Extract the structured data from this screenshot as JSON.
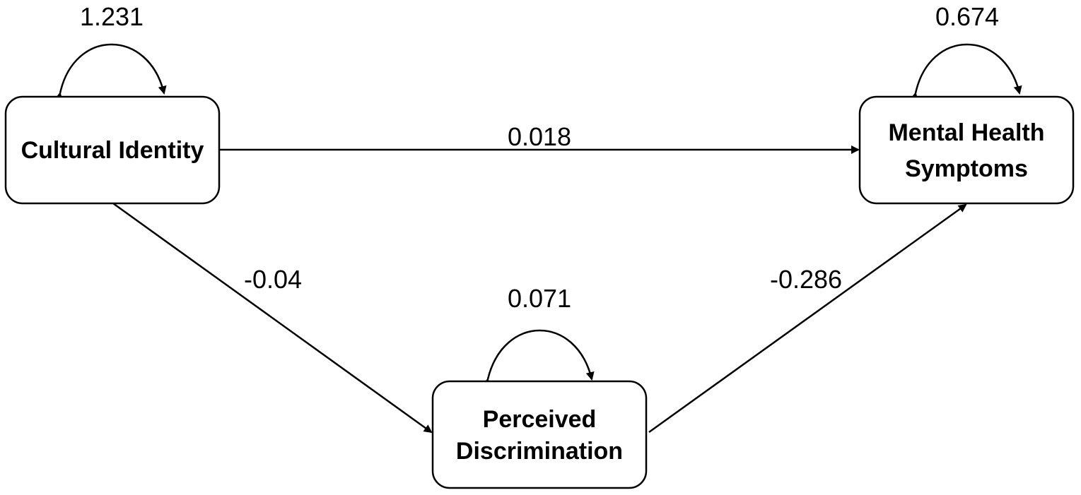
{
  "nodes": {
    "cultural_identity": {
      "lines": [
        "Cultural Identity"
      ],
      "variance": "1.231"
    },
    "mental_health": {
      "lines": [
        "Mental Health",
        "Symptoms"
      ],
      "variance": "0.674"
    },
    "perceived_discrimination": {
      "lines": [
        "Perceived",
        "Discrimination"
      ],
      "variance": "0.071"
    }
  },
  "paths": {
    "ci_to_mh": "0.018",
    "ci_to_pd": "-0.04",
    "pd_to_mh": "-0.286"
  }
}
